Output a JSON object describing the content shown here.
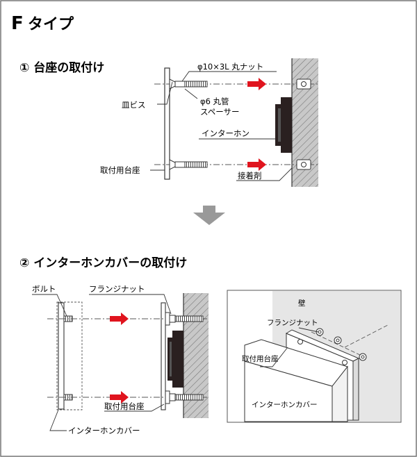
{
  "title": {
    "letter": "F",
    "rest": "タイプ"
  },
  "step1": {
    "heading": "① 台座の取付け",
    "labels": {
      "nut": "φ10×3L 丸ナット",
      "screw": "皿ビス",
      "spacer_line1": "φ6 丸管",
      "spacer_line2": "スペーサー",
      "intercom": "インターホン",
      "base": "取付用台座",
      "adhesive": "接着剤"
    }
  },
  "step2": {
    "heading": "② インターホンカバーの取付け",
    "labels": {
      "bolt": "ボルト",
      "flange_nut": "フランジナット",
      "base": "取付用台座",
      "cover": "インターホンカバー"
    },
    "inset": {
      "wall": "壁",
      "flange_nut": "フランジナット",
      "base": "取付用台座",
      "cover": "インターホンカバー"
    }
  },
  "colors": {
    "arrow_red": "#e0141e",
    "wall_gray": "#b5b5b5",
    "intercom_dark": "#2a2020",
    "flow_arrow": "#999999"
  }
}
